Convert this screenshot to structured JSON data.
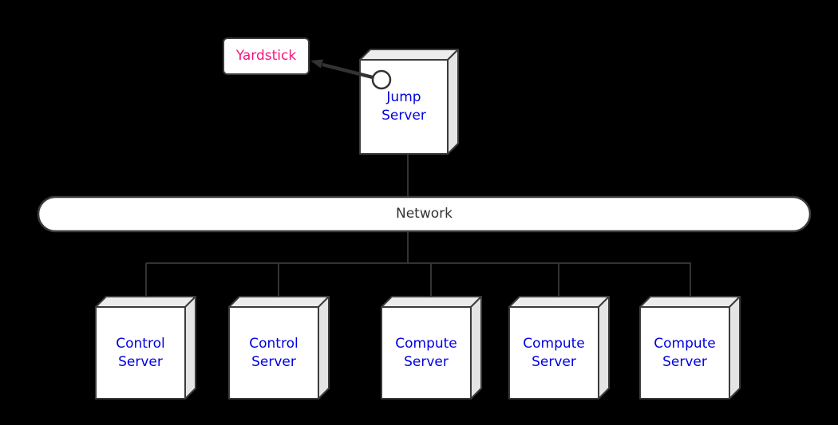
{
  "diagram": {
    "nodes": {
      "yardstick": {
        "label": "Yardstick"
      },
      "jump_server": {
        "label": "Jump Server"
      },
      "network": {
        "label": "Network"
      },
      "servers": [
        {
          "label": "Control Server"
        },
        {
          "label": "Control Server"
        },
        {
          "label": "Compute Server"
        },
        {
          "label": "Compute Server"
        },
        {
          "label": "Compute Server"
        }
      ]
    },
    "edges": [
      {
        "from": "Jump Server",
        "to": "Yardstick",
        "type": "arrow"
      },
      {
        "from": "Jump Server",
        "to": "Network",
        "type": "line"
      },
      {
        "from": "Network",
        "to": "Control Server 1",
        "type": "line"
      },
      {
        "from": "Network",
        "to": "Control Server 2",
        "type": "line"
      },
      {
        "from": "Network",
        "to": "Compute Server 1",
        "type": "line"
      },
      {
        "from": "Network",
        "to": "Compute Server 2",
        "type": "line"
      },
      {
        "from": "Network",
        "to": "Compute Server 3",
        "type": "line"
      }
    ],
    "colors": {
      "background": "#000000",
      "node_fill": "#ffffff",
      "node_border": "#3b3b3b",
      "box_top_fill": "#ececec",
      "box_side_fill": "#e4e4e4",
      "edge_line": "#333333",
      "server_label": "#0000e0",
      "yardstick_label": "#f5147d",
      "network_label": "#333333"
    }
  }
}
